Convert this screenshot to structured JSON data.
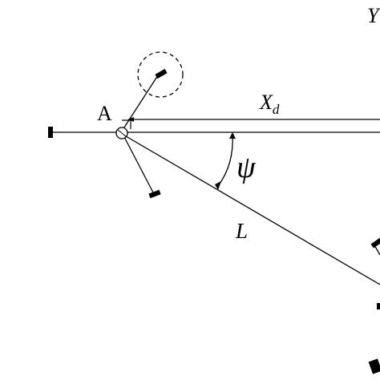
{
  "labels": {
    "point_a": "A",
    "distance_x": "X",
    "distance_x_subscript": "d",
    "angle_psi": "ψ",
    "length_l": "L",
    "axis_y": "Y"
  },
  "colors": {
    "stroke": "#000000",
    "background": "#ffffff"
  }
}
